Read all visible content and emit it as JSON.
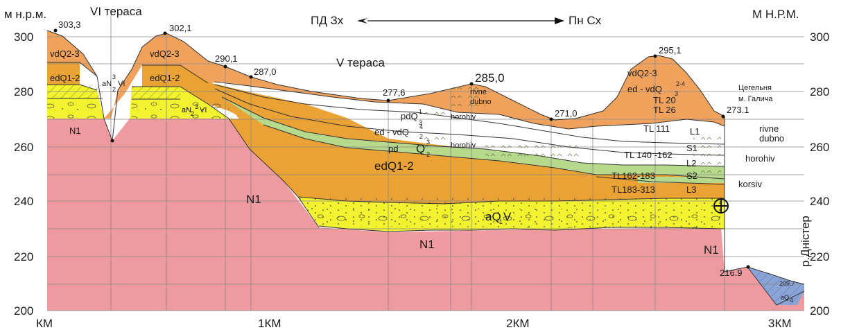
{
  "header": {
    "left_unit": "м н.р.м.",
    "right_unit": "М Н.Р.М.",
    "terrace_vi": "VI тераса",
    "terrace_v": "V тераса",
    "dir_from": "ПД Зх",
    "dir_to": "Пн Сх"
  },
  "y_axis": {
    "ticks": [
      "300",
      "280",
      "260",
      "240",
      "220",
      "200"
    ]
  },
  "x_axis": {
    "ticks": [
      "КМ",
      "1КМ",
      "2КМ",
      "3КМ"
    ]
  },
  "elevations": {
    "e303": "303,3",
    "e302": "302,1",
    "e290": "290,1",
    "e287": "287,0",
    "e277": "277,6",
    "e285": "285,0",
    "e271": "271,0",
    "e295": "295,1",
    "e273": "273.1",
    "e216": "216.9",
    "e209": "209.7"
  },
  "units": {
    "vdq_left": "vdQ2-3",
    "edq_left": "edQ1-2",
    "n1_left": "N1",
    "an_vi_a": "aN",
    "an_vi_sup": "3",
    "an_vi_sub": "2",
    "an_vi_b": "VI",
    "vdq_mid": "vdQ2-3",
    "edq_mid": "edQ1-2",
    "an_mid": "aN",
    "an_mid_sub": "2",
    "an_mid_sup": "3",
    "an_mid_vi": "VI",
    "rivne": "rivne",
    "dubno": "dubno",
    "pd": "pdQ",
    "pd_sup": "1",
    "pd_sub": "3",
    "horohiv": "horohiv",
    "ed_vd": "ed - vdQ",
    "ed_vd_sup": "4",
    "ed_vd_sub": "2",
    "pd2": "pd",
    "q": "Q",
    "q_sup": "3",
    "q_sub": "2",
    "horohiv2": "horohiv",
    "edq_big": "edQ1-2",
    "n1_center": "N1",
    "aq1v": "aQ",
    "aq1v_sub": "1",
    "aq1v_v": " V",
    "n1_lower": "N1",
    "n1_right": "N1",
    "vdq_right": "vdQ2-3",
    "ed_vd_right": "ed - vdQ",
    "ed_vd_right_sup": "2-4",
    "ed_vd_right_sub": "3",
    "tl20": "TL 20",
    "tl26": "TL 26",
    "tl111": "TL 111",
    "l1": "L1",
    "tl140": "TL 140 -162",
    "s1": "S1",
    "l2": "L2",
    "tl162": "TL162-183",
    "s2": "S2",
    "tl183": "TL183-313",
    "l3": "L3",
    "aq_river": "aQ",
    "aq_river_sub": "4"
  },
  "side_notes": {
    "brickworks_1": "Цегельня",
    "brickworks_2": "м. Галича",
    "rivne": "rivne",
    "dubno": "dubno",
    "horohiv": "horohiv",
    "korsiv": "korsiv"
  },
  "river": "р.Дністер",
  "colors": {
    "neogene": "#ee9a9f",
    "loess_vd": "#f0a25c",
    "loess_ed": "#e9a233",
    "terrace_gravel": "#f2f22e",
    "palaeosol": "#b6d98c",
    "river_alluvium": "#8aa4d8",
    "grid": "#888888"
  }
}
